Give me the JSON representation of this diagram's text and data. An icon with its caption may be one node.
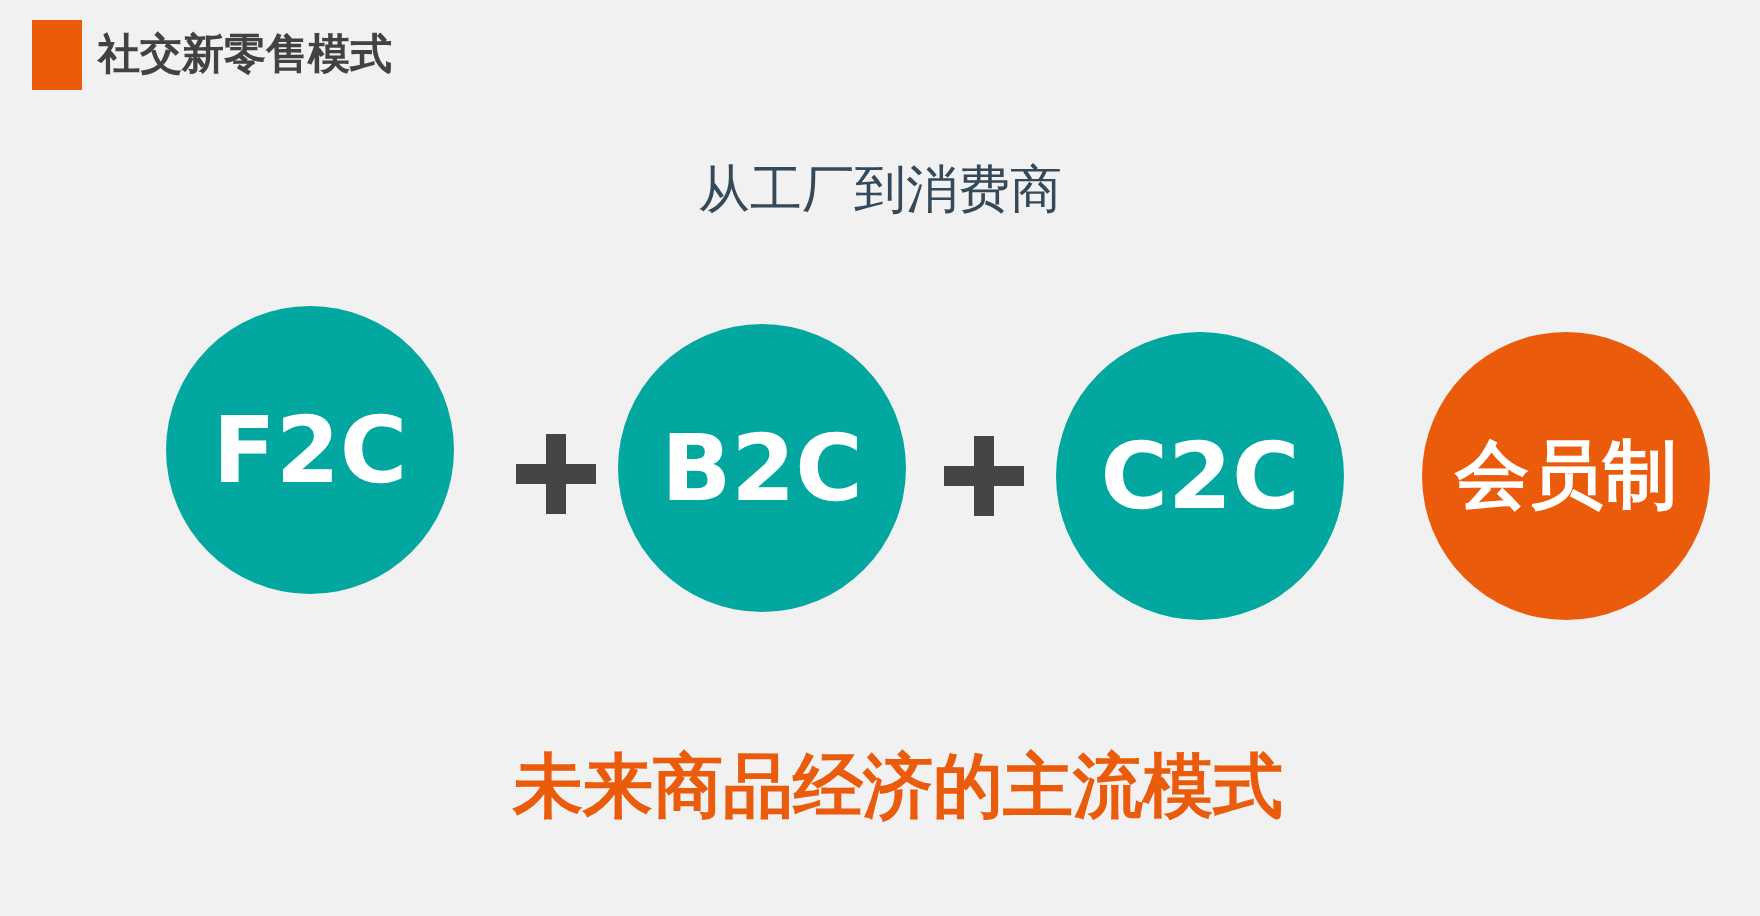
{
  "diagram": {
    "title": "社交新零售模式",
    "nodes": [
      {
        "text": [
          "F2C"
        ]
      },
      {
        "text": [
          "B2C"
        ]
      },
      {
        "text": [
          "C2C"
        ]
      },
      {
        "text": [
          "会员制"
        ]
      }
    ],
    "labels": [
      "从工厂到消费商",
      "未来商品经济的主流模式"
    ]
  }
}
